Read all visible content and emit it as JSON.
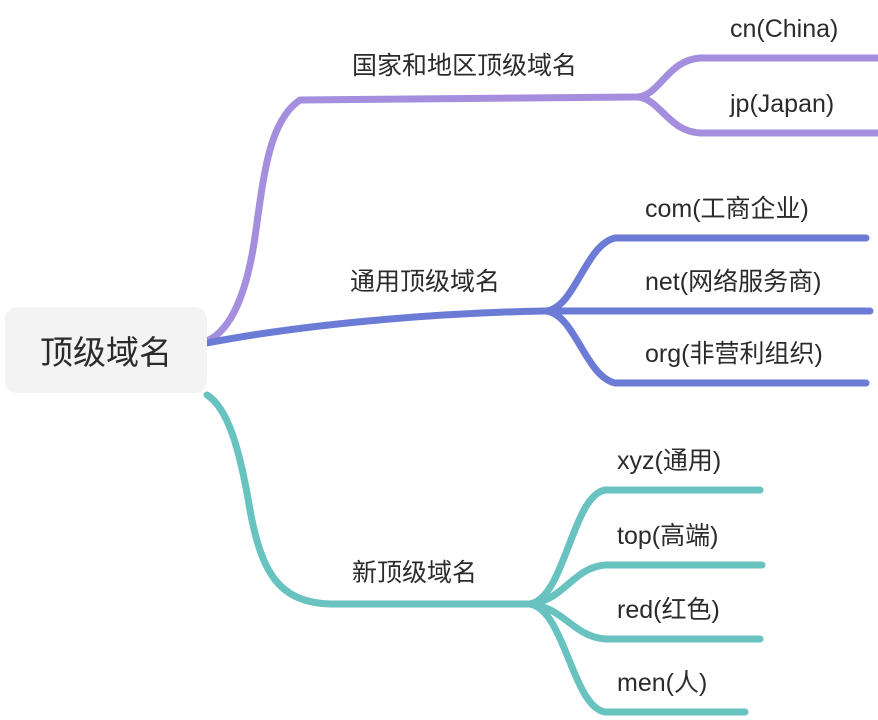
{
  "diagram": {
    "type": "mind-map",
    "orientation": "left-to-right",
    "background": "#ffffff",
    "root": {
      "label": "顶级域名",
      "box_fill": "#f3f3f3",
      "text_color": "#2b2b2b"
    },
    "branches": [
      {
        "id": "country-code-tld",
        "label": "国家和地区顶级域名",
        "color": "#a58ede",
        "children": [
          {
            "id": "cn",
            "label": "cn(China)"
          },
          {
            "id": "jp",
            "label": "jp(Japan)"
          }
        ]
      },
      {
        "id": "generic-tld",
        "label": "通用顶级域名",
        "color": "#6b7bd6",
        "children": [
          {
            "id": "com",
            "label": "com(工商企业)"
          },
          {
            "id": "net",
            "label": "net(网络服务商)"
          },
          {
            "id": "org",
            "label": "org(非营利组织)"
          }
        ]
      },
      {
        "id": "new-tld",
        "label": "新顶级域名",
        "color": "#68c3c0",
        "children": [
          {
            "id": "xyz",
            "label": "xyz(通用)"
          },
          {
            "id": "top",
            "label": "top(高端)"
          },
          {
            "id": "red",
            "label": "red(红色)"
          },
          {
            "id": "men",
            "label": "men(人)"
          }
        ]
      }
    ]
  }
}
